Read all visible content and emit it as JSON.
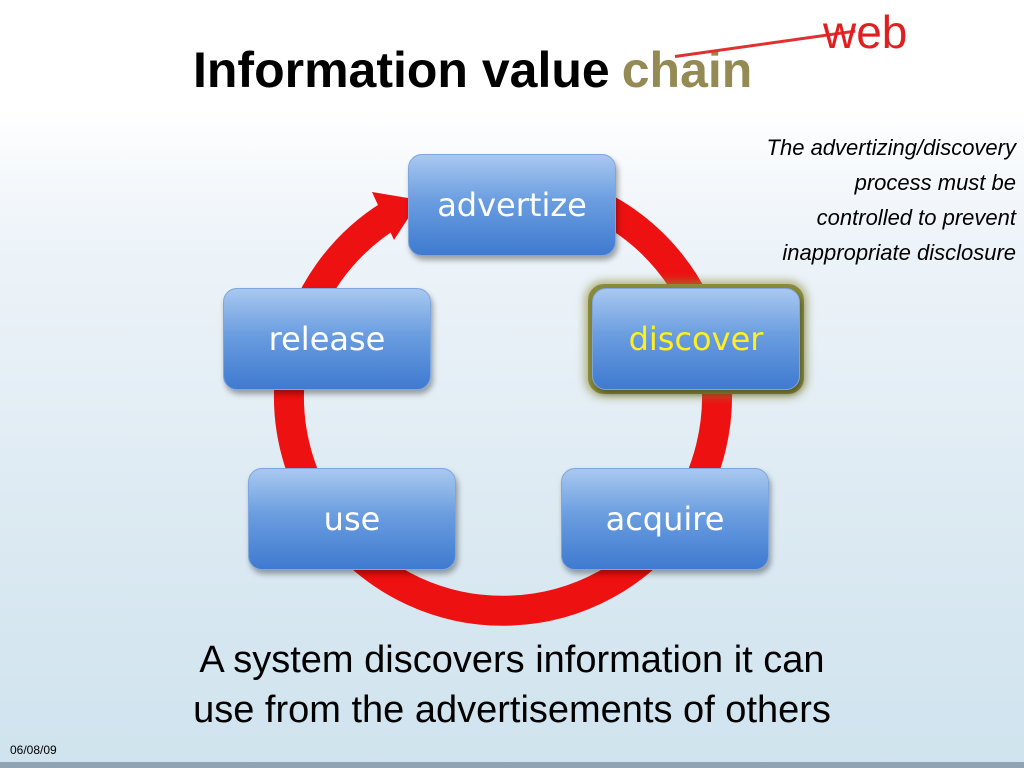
{
  "title": {
    "main": "Information value",
    "struck_word": "chain",
    "replacement_word": "web"
  },
  "note": {
    "lines": [
      "The advertizing/discovery",
      "process must be",
      "controlled to prevent",
      "inappropriate disclosure"
    ]
  },
  "cycle": {
    "nodes": [
      "advertize",
      "discover",
      "acquire",
      "use",
      "release"
    ],
    "highlighted": "discover",
    "colors": {
      "arrow": "#ee1111",
      "node_top": "#a9c8f0",
      "node_bottom": "#3f7ad0",
      "node_text": "#ffffff",
      "highlight_text": "#ffee22",
      "highlight_border": "#8a8a3a"
    }
  },
  "caption": {
    "lines": [
      "A system discovers information it can",
      "use from the advertisements of others"
    ]
  },
  "footer": {
    "date": "06/08/09"
  }
}
